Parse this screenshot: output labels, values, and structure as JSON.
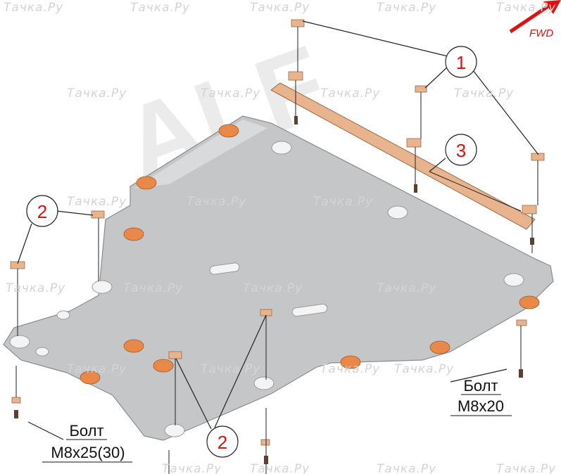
{
  "watermark": {
    "text": "Тачка.Ру",
    "brand": "ALF eco"
  },
  "direction": {
    "label": "FWD",
    "color": "#e01010"
  },
  "callouts": [
    {
      "number": "1"
    },
    {
      "number": "2"
    },
    {
      "number": "3"
    },
    {
      "number": "2"
    }
  ],
  "bolts": {
    "right": {
      "title": "Болт",
      "size": "M8x20"
    },
    "left": {
      "title": "Болт",
      "size": "M8x25(30)"
    }
  },
  "colors": {
    "plate": "#c4c6c8",
    "pad": "#e8894a",
    "bracket": "#e8b48e",
    "callout_text": "#e01010"
  }
}
